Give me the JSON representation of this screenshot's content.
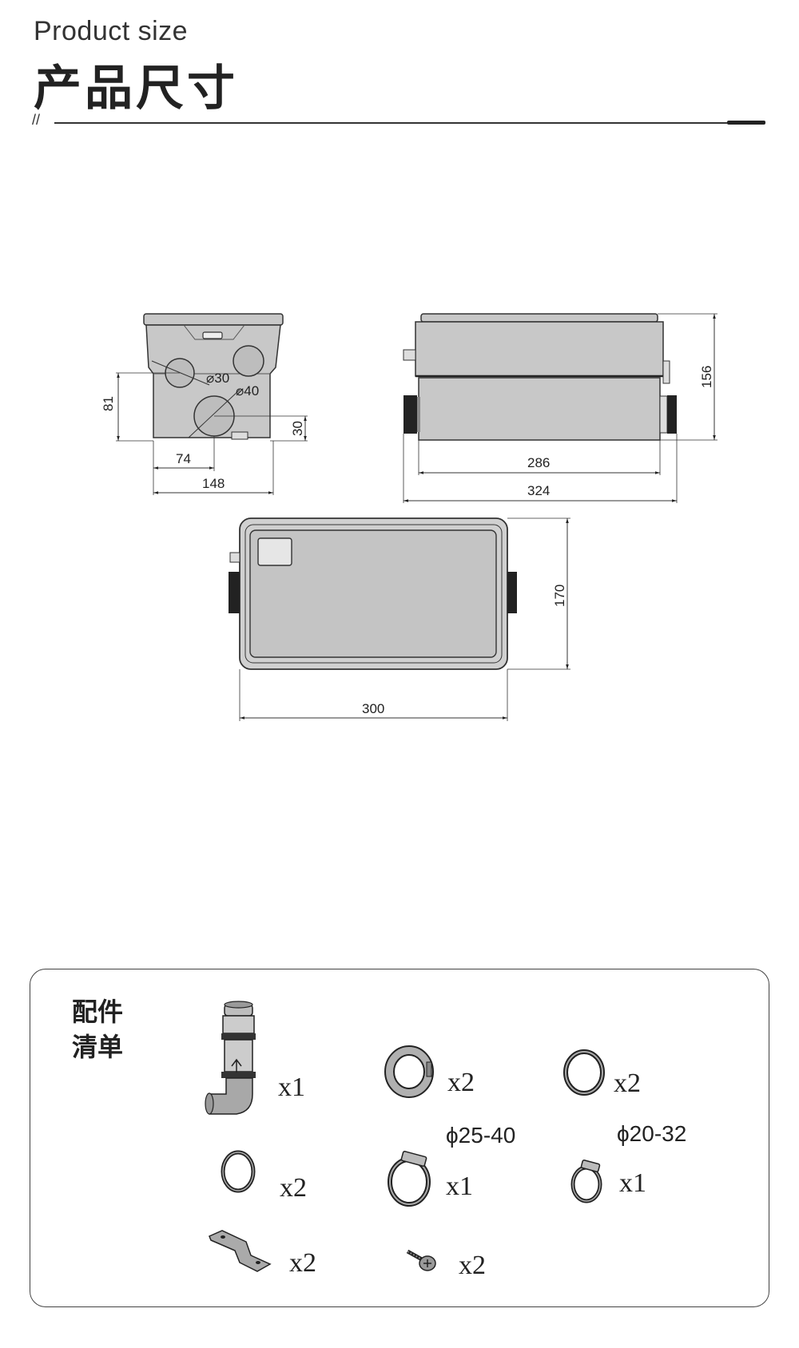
{
  "header": {
    "title_en": "Product size",
    "title_cn": "产品尺寸",
    "divider_mark": "//"
  },
  "dimensions": {
    "side_view": {
      "inlet_small": "⌀30",
      "inlet_large": "⌀40",
      "height_81": "81",
      "height_30": "30",
      "width_74": "74",
      "width_148": "148"
    },
    "front_view": {
      "height_156": "156",
      "width_286": "286",
      "width_324": "324"
    },
    "top_view": {
      "depth_170": "170",
      "width_300": "300"
    }
  },
  "accessories": {
    "title": "配件清单",
    "items": [
      {
        "icon": "elbow-pipe-icon",
        "qty": "x1"
      },
      {
        "icon": "union-nut-icon",
        "qty": "x2"
      },
      {
        "icon": "rubber-ring-icon",
        "qty": "x2"
      },
      {
        "icon": "o-ring-icon",
        "qty": "x2"
      },
      {
        "icon": "hose-clamp-large-icon",
        "qty": "x1",
        "spec": "ϕ25-40"
      },
      {
        "icon": "hose-clamp-small-icon",
        "qty": "x1",
        "spec": "ϕ20-32"
      },
      {
        "icon": "mounting-bracket-icon",
        "qty": "x2"
      },
      {
        "icon": "screw-icon",
        "qty": "x2"
      }
    ]
  }
}
